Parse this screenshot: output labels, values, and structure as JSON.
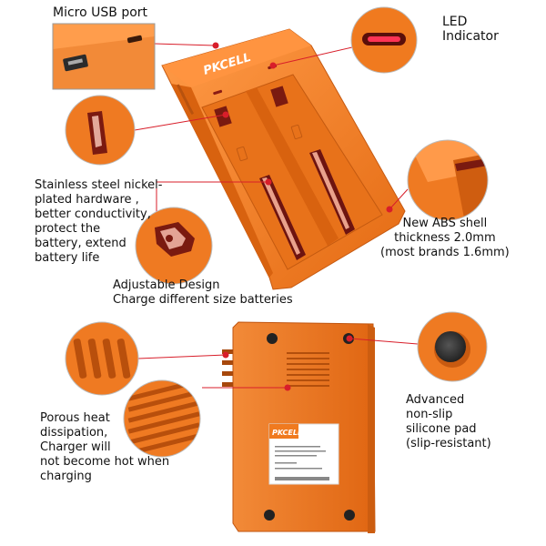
{
  "labels": {
    "micro_usb": "Micro USB port",
    "led": "LED\nIndicator",
    "stainless": "Stainless steel nickel-\nplated hardware ,\nbetter conductivity,\nprotect the\nbattery, extend\nbattery life",
    "abs_shell": "New ABS shell\nthickness 2.0mm\n(most brands 1.6mm)",
    "adjustable": "Adjustable Design\nCharge different size batteries",
    "heat": "Porous heat\ndissipation,\nCharger will\nnot become hot when\ncharging",
    "silicone": "Advanced\nnon-slip\nsilicone pad\n(slip-resistant)"
  },
  "branding": {
    "logo_text": "PKCELL"
  },
  "colors": {
    "shell": "#f07a1f",
    "shell_dark": "#c85a10",
    "shell_light": "#ff9a45",
    "callout_line": "#d81e2a",
    "led": "#ff3355"
  }
}
